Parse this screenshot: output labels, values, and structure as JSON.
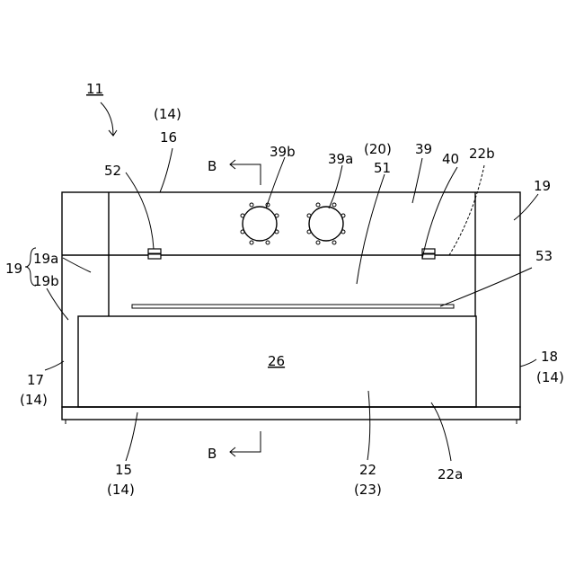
{
  "labels": {
    "n11": "11",
    "n14_top": "(14)",
    "n16": "16",
    "n39b": "39b",
    "n20": "(20)",
    "n39": "39",
    "n22b": "22b",
    "n39a": "39a",
    "n51": "51",
    "n40": "40",
    "n52": "52",
    "n19_right": "19",
    "n19_left": "19",
    "n19a": "19a",
    "n19b": "19b",
    "n53": "53",
    "n26": "26",
    "n17": "17",
    "n14_left": "(14)",
    "n18": "18",
    "n14_right": "(14)",
    "n15": "15",
    "n14_bottom": "(14)",
    "n22": "22",
    "n23": "(23)",
    "n22a": "22a",
    "section_top": "B",
    "section_bottom": "B"
  }
}
